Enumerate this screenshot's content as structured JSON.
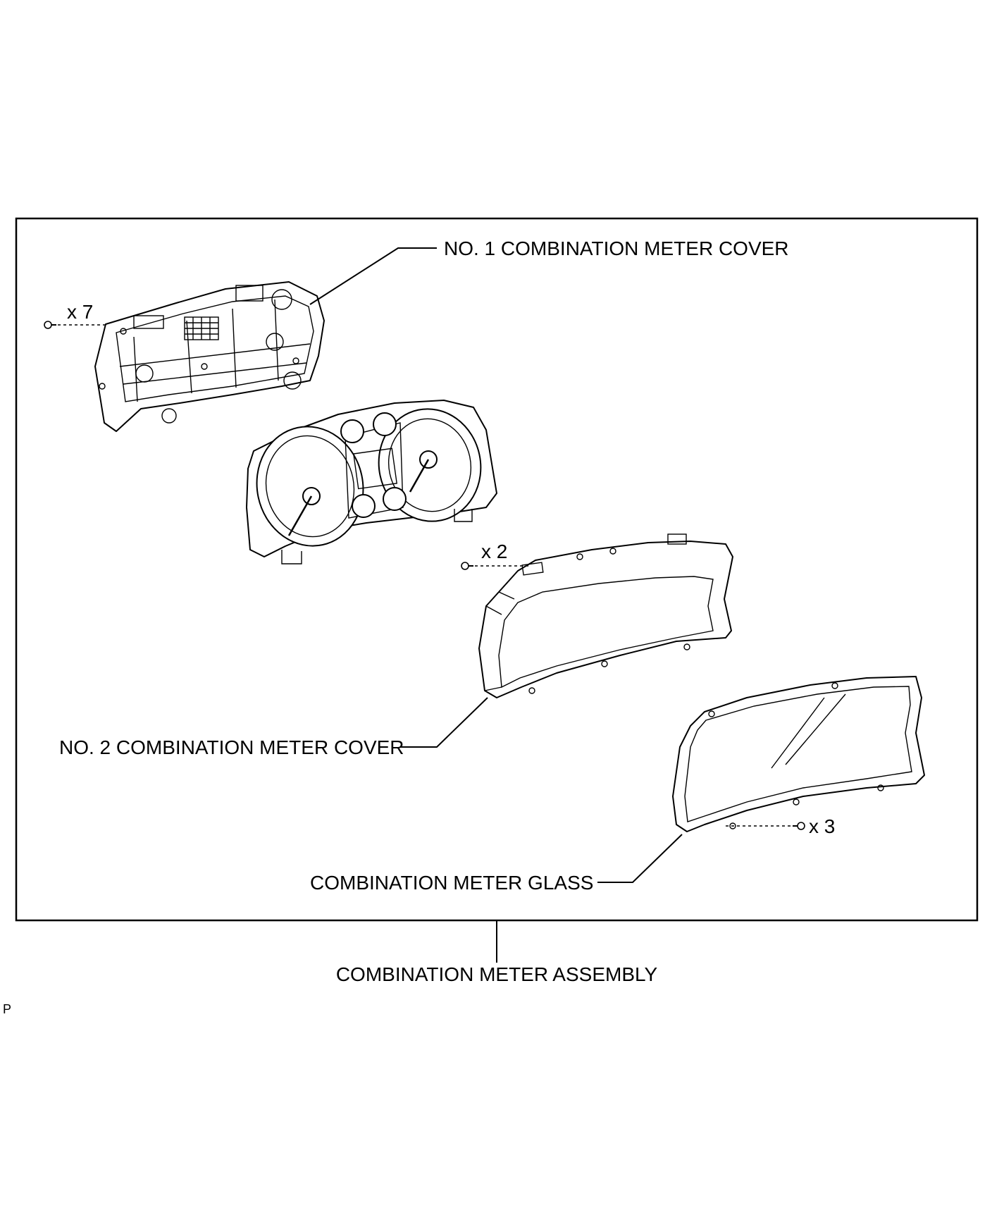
{
  "labels": {
    "cover1": "NO. 1 COMBINATION METER COVER",
    "cover2": "NO. 2 COMBINATION METER COVER",
    "glass": "COMBINATION METER GLASS",
    "assembly": "COMBINATION METER ASSEMBLY"
  },
  "quantities": {
    "cover1_screws": "x 7",
    "cover2_screws": "x 2",
    "glass_screws": "x 3"
  },
  "figure_code": "P"
}
